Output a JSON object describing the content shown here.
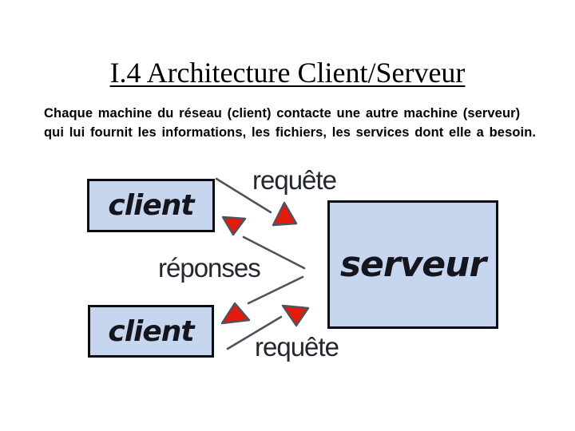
{
  "slide": {
    "title": "I.4 Architecture Client/Serveur",
    "intro": {
      "lines": [
        "Chaque machine du réseau (client) contacte une autre machine (serveur)",
        "qui lui fournit les informations, les fichiers, les services dont elle a besoin."
      ]
    },
    "diagram": {
      "nodes": {
        "client_top": {
          "label": "client"
        },
        "server": {
          "label": "serveur"
        },
        "client_bottom": {
          "label": "client"
        }
      },
      "edge_labels": {
        "request_top": "requête",
        "responses": "réponses",
        "request_bottom": "requête"
      },
      "edges": [
        {
          "from": "client_top",
          "to": "server",
          "label": "requête"
        },
        {
          "from": "server",
          "to": "client_top",
          "label": "réponses"
        },
        {
          "from": "server",
          "to": "client_bottom",
          "label": "réponses"
        },
        {
          "from": "client_bottom",
          "to": "server",
          "label": "requête"
        }
      ],
      "colors": {
        "title_text": "#000000",
        "body_text": "#000000",
        "node_fill": "#c7d6ef",
        "node_border": "#0c0c14",
        "node_text": "#15151d",
        "arrow_line": "#4c5360",
        "arrowhead_fill": "#e51a0c",
        "arrowhead_stroke": "#4c5360",
        "label_text": "#23272f"
      }
    }
  }
}
